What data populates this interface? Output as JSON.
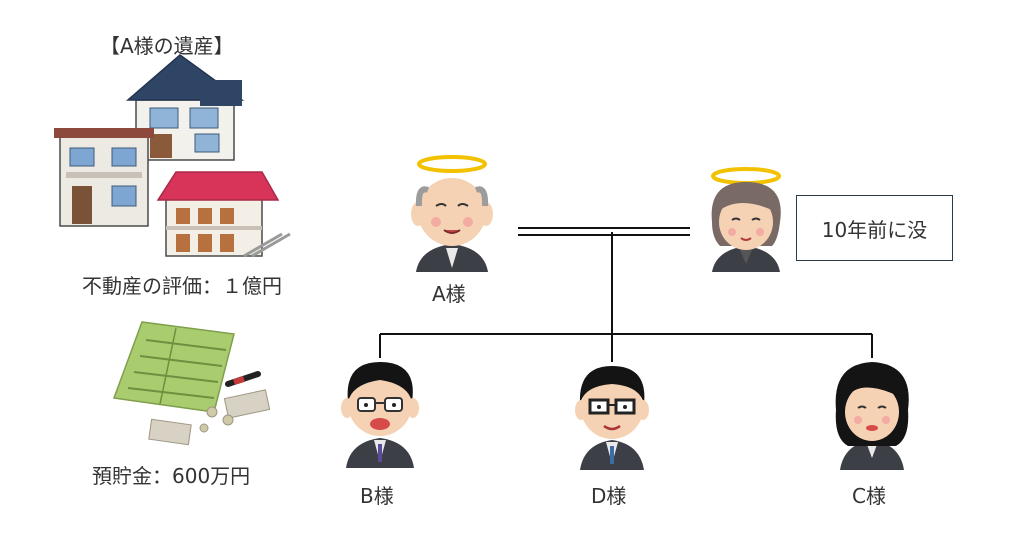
{
  "estate": {
    "title": "【A様の遺産】",
    "real_estate_label": "不動産の評価：１億円",
    "savings_label": "預貯金：600万円"
  },
  "people": {
    "a": "A様",
    "b": "B様",
    "c": "C様",
    "d": "D様"
  },
  "note": "10年前に没",
  "colors": {
    "line": "#111111",
    "halo": "#f2c200",
    "suit": "#3d3f46",
    "skin": "#f6d2b4",
    "roof_navy": "#2f4566",
    "roof_red": "#d8345a",
    "bankbook": "#a9cc6e"
  }
}
